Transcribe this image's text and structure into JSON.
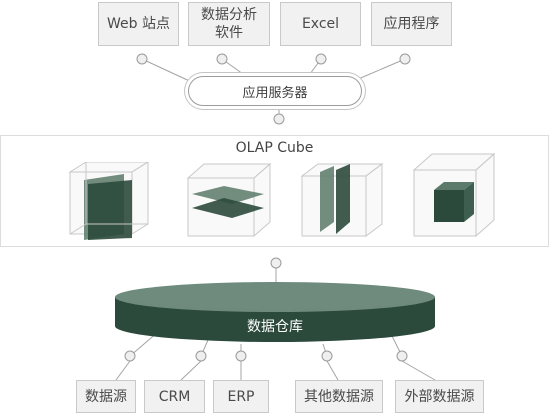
{
  "apps": [
    {
      "label": "Web 站点"
    },
    {
      "label": "数据分析\n软件"
    },
    {
      "label": "Excel"
    },
    {
      "label": "应用程序"
    }
  ],
  "app_server": {
    "label": "应用服务器"
  },
  "olap": {
    "title": "OLAP Cube"
  },
  "warehouse": {
    "label": "数据仓库"
  },
  "sources": [
    {
      "label": "数据源"
    },
    {
      "label": "CRM"
    },
    {
      "label": "ERP"
    },
    {
      "label": "其他数据源"
    },
    {
      "label": "外部数据源"
    }
  ],
  "colors": {
    "box_fill": "#f1f1f1",
    "box_border": "#c9c9c9",
    "dark_green": "#2c4a3c",
    "cube_edge": "#c8c8c8",
    "connector": "#9a9a9a"
  }
}
